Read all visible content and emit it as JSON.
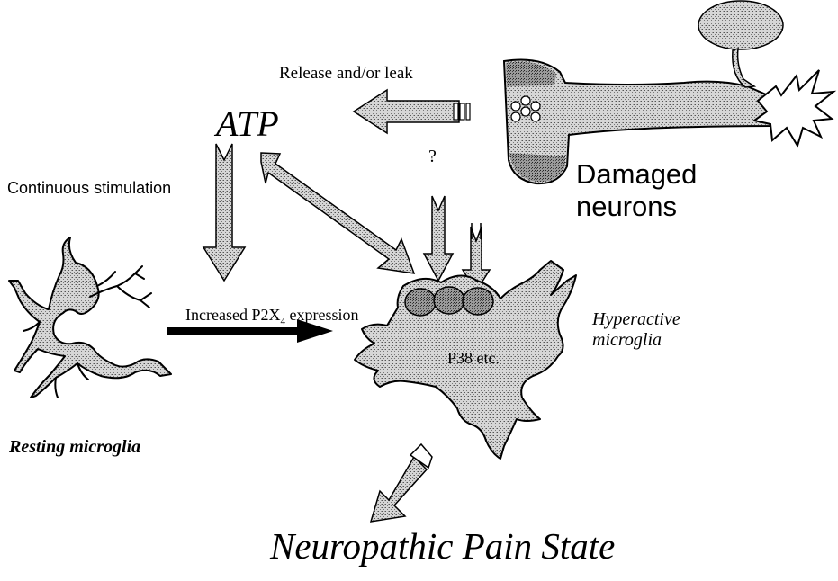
{
  "labels": {
    "atp": "ATP",
    "release_leak": "Release and/or leak",
    "question_mark": "?",
    "damaged_neurons": "Damaged neurons",
    "continuous_stimulation": "Continuous stimulation",
    "increased_expression_prefix": "Increased P2X",
    "increased_expression_subscript": "4",
    "increased_expression_suffix": " expression",
    "hyperactive_microglia": "Hyperactive microglia",
    "p38": "P38 etc.",
    "resting_microglia": "Resting microglia",
    "pain_state": "Neuropathic Pain State"
  },
  "colors": {
    "fill_gray": "#c8c8c8",
    "stroke": "#000000",
    "background": "#ffffff"
  }
}
